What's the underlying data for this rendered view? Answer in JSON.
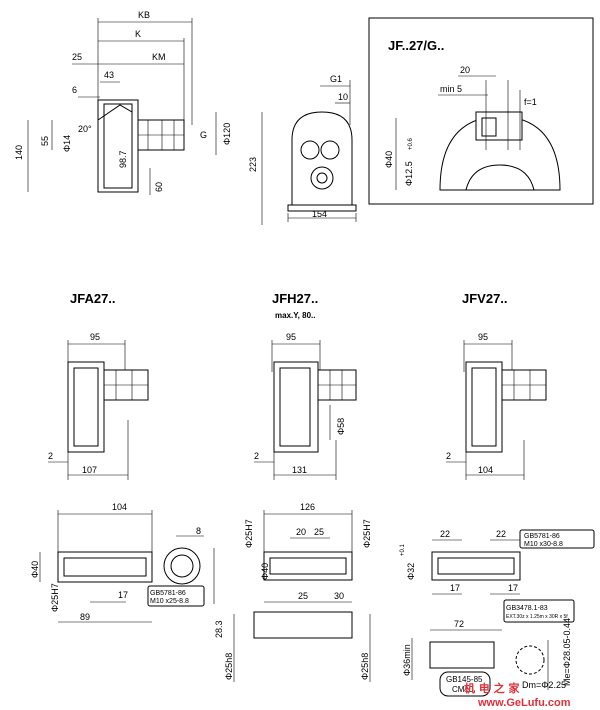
{
  "titles": {
    "jf_detail": "JF..27/G..",
    "jfa": "JFA27..",
    "jfh": "JFH27..",
    "jfh_sub": "max.Y, 80..",
    "jfv": "JFV27.."
  },
  "top_view": {
    "kb": "KB",
    "k": "K",
    "km": "KM",
    "d25": "25",
    "d43": "43",
    "d6": "6",
    "d55": "55",
    "d140": "140",
    "phi14": "Φ14",
    "ang20": "20°",
    "d98_7": "98.7",
    "d60": "60",
    "g": "G",
    "phi120": "Φ120"
  },
  "side_view": {
    "g1": "G1",
    "d10": "10",
    "d223": "223",
    "d154": "154"
  },
  "detail": {
    "d20": "20",
    "min5": "min 5",
    "f1": "f=1",
    "phi40": "Φ40",
    "phi12_5": "Φ12.5",
    "tol": "+0.6"
  },
  "jfa": {
    "d95": "95",
    "d2": "2",
    "d107": "107"
  },
  "jfh": {
    "d95": "95",
    "d2": "2",
    "d131": "131",
    "phi58": "Φ58"
  },
  "jfv": {
    "d95": "95",
    "d2": "2",
    "d104": "104"
  },
  "jfa_shaft": {
    "d104": "104",
    "d8": "8",
    "phi40": "Φ40",
    "phi25": "Φ25H7",
    "d17": "17",
    "d89": "89",
    "d28_3": "28.3",
    "callout": "GB5781-86",
    "callout2": "M10 x25-8.8"
  },
  "jfh_shaft": {
    "d126": "126",
    "phi25a": "Φ25H7",
    "phi25b": "Φ25H7",
    "d20": "20",
    "d25": "25",
    "phi40": "Φ40",
    "d25b": "25",
    "d30": "30",
    "phi25c": "Φ25h8",
    "phi25d": "Φ25h8"
  },
  "jfv_shaft": {
    "d22a": "22",
    "d22b": "22",
    "phi32": "Φ32",
    "tol": "+0.1",
    "d17a": "17",
    "d17b": "17",
    "d72": "72",
    "phi36": "Φ36min",
    "callout1": "GB5781-86",
    "callout1b": "M10 x30-8.8",
    "callout2": "GB3478.1-83",
    "callout2b": "EXT.30z x 1.25m x 30R x 5f",
    "callout3": "GB145-85",
    "callout3b": "CM10",
    "me": "Me=Φ28.05-0.44",
    "dm": "Dm=Φ2.25"
  },
  "watermark": {
    "cn": "机 电 之 家",
    "url": "www.GeLufu.com"
  }
}
